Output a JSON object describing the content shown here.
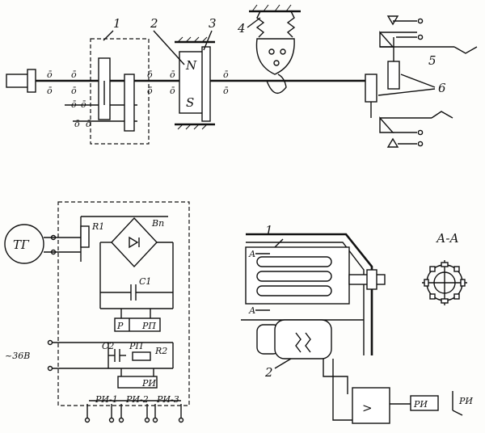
{
  "top": {
    "callouts": [
      "1",
      "2",
      "3",
      "4",
      "5",
      "6"
    ],
    "magnet_poles": [
      "N",
      "S"
    ]
  },
  "circuit": {
    "tg": "ТГ",
    "r1": "R1",
    "vp": "Вп",
    "c1": "С1",
    "p_box": "Р",
    "rp": "РП",
    "voltage": "~36В",
    "c2": "С2",
    "rp2": "РП",
    "r2": "R2",
    "ri": "РИ",
    "contacts": [
      "РИ-1",
      "РИ-2",
      "РИ-3"
    ]
  },
  "sensor": {
    "callouts": [
      "1",
      "2"
    ],
    "section_marks": [
      "А",
      "А"
    ],
    "section_title": "А-А",
    "amp_symbol": ">",
    "ri_box": "РИ",
    "ri_contact": "РИ"
  }
}
